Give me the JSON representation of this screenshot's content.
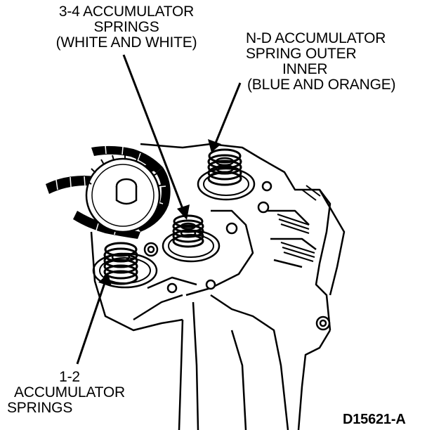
{
  "labels": {
    "acc34": {
      "line1": "3-4 ACCUMULATOR",
      "line2": "SPRINGS",
      "line3": "(WHITE AND WHITE)"
    },
    "nd": {
      "line1": "N-D ACCUMULATOR",
      "line2": "SPRING OUTER",
      "line3": "INNER",
      "line4": "(BLUE AND ORANGE)"
    },
    "acc12": {
      "line1": "1-2",
      "line2": "ACCUMULATOR",
      "line3": "SPRINGS"
    }
  },
  "figure_id": "D15621-A"
}
